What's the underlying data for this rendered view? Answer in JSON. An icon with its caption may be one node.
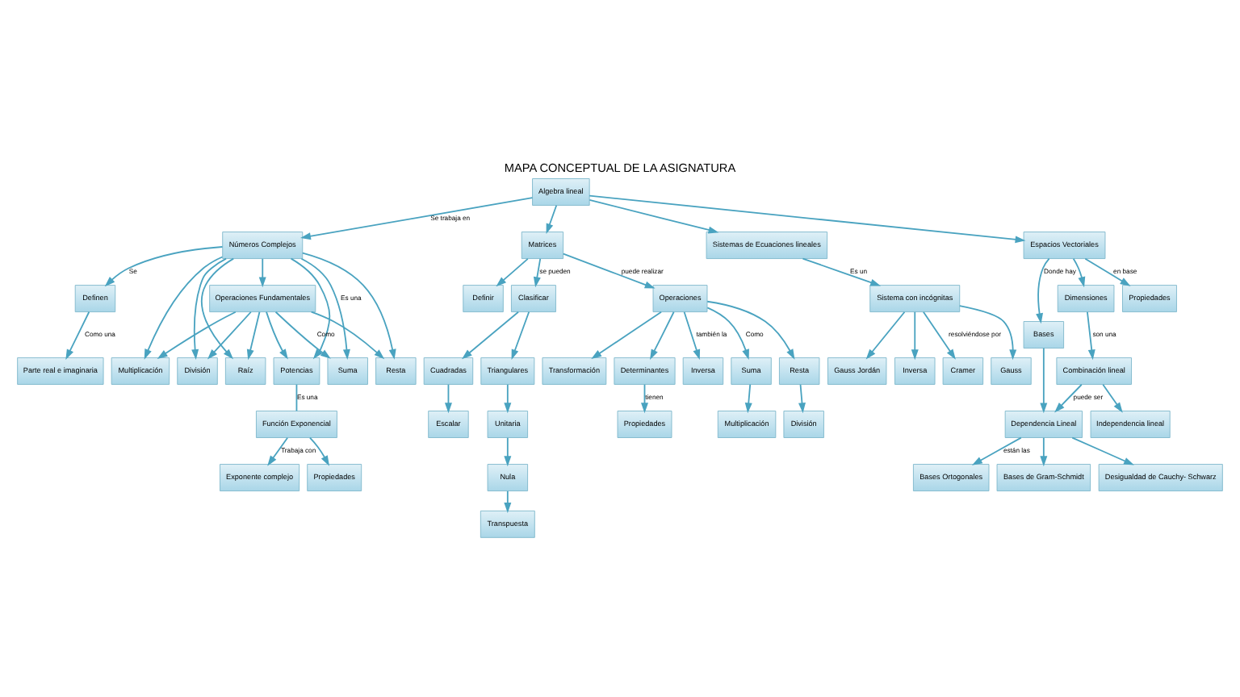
{
  "diagram": {
    "title": "MAPA CONCEPTUAL DE LA ASIGNATURA",
    "nodes": [
      {
        "text": [
          "Algebra lineal"
        ]
      },
      {
        "text": [
          "Números Complejos"
        ]
      },
      {
        "text": [
          "Definen"
        ]
      },
      {
        "text": [
          "Parte real e imaginaria"
        ]
      },
      {
        "text": [
          "Operaciones Fundamentales"
        ]
      },
      {
        "text": [
          "Suma"
        ]
      },
      {
        "text": [
          "Resta"
        ]
      },
      {
        "text": [
          "Multiplicación"
        ]
      },
      {
        "text": [
          "División"
        ]
      },
      {
        "text": [
          "Potencias"
        ]
      },
      {
        "text": [
          "Raíz"
        ]
      },
      {
        "text": [
          "Función Exponencial"
        ]
      },
      {
        "text": [
          "Exponente complejo"
        ]
      },
      {
        "text": [
          "Propiedades"
        ]
      },
      {
        "text": [
          "Matrices"
        ]
      },
      {
        "text": [
          "Definir"
        ]
      },
      {
        "text": [
          "Clasificar"
        ]
      },
      {
        "text": [
          "Cuadradas"
        ]
      },
      {
        "text": [
          "Escalar"
        ]
      },
      {
        "text": [
          "Triangulares"
        ]
      },
      {
        "text": [
          "Unitaria"
        ]
      },
      {
        "text": [
          "Nula"
        ]
      },
      {
        "text": [
          "Transpuesta"
        ]
      },
      {
        "text": [
          "Operaciones"
        ]
      },
      {
        "text": [
          "Inversa"
        ]
      },
      {
        "text": [
          "Suma"
        ]
      },
      {
        "text": [
          "Multiplicación"
        ]
      },
      {
        "text": [
          "Resta"
        ]
      },
      {
        "text": [
          "División"
        ]
      },
      {
        "text": [
          "Transformación"
        ]
      },
      {
        "text": [
          "Determinantes"
        ]
      },
      {
        "text": [
          "Propiedades"
        ]
      },
      {
        "text": [
          "Sistemas de Ecuaciones lineales"
        ]
      },
      {
        "text": [
          "Sistema con incógnitas"
        ]
      },
      {
        "text": [
          "Cramer"
        ]
      },
      {
        "text": [
          "Gauss"
        ]
      },
      {
        "text": [
          "Gauss Jordán"
        ]
      },
      {
        "text": [
          "Inversa"
        ]
      },
      {
        "text": [
          "Espacios Vectoriales"
        ]
      },
      {
        "text": [
          "Bases"
        ]
      },
      {
        "text": [
          "Dimensiones"
        ]
      },
      {
        "text": [
          "Propiedades"
        ]
      },
      {
        "text": [
          "Combinación lineal"
        ]
      },
      {
        "text": [
          "Dependencia Lineal"
        ]
      },
      {
        "text": [
          "Independencia lineal"
        ]
      },
      {
        "text": [
          "Bases Ortogonales"
        ]
      },
      {
        "text": [
          "Bases de Gram-Schmidt"
        ]
      },
      {
        "text": [
          "Desigualdad de Cauchy- Schwarz"
        ]
      }
    ],
    "edges": [
      {
        "from": 0,
        "to": 1,
        "arrow": "to",
        "label": "Se trabaja en"
      },
      {
        "from": 0,
        "to": 14,
        "arrow": "to"
      },
      {
        "from": 0,
        "to": 32,
        "arrow": "to"
      },
      {
        "from": 0,
        "to": 38,
        "arrow": "to"
      },
      {
        "from": 1,
        "to": 2,
        "arrow": "to",
        "label": "Se"
      },
      {
        "from": 2,
        "to": 3,
        "arrow": "to",
        "label": "Como una"
      },
      {
        "from": 1,
        "to": 4,
        "arrow": "to"
      },
      {
        "from": 4,
        "to": 5,
        "arrow": "to",
        "label": "Como"
      },
      {
        "from": 4,
        "to": 8,
        "arrow": "to"
      },
      {
        "from": 4,
        "to": 6,
        "arrow": "to"
      },
      {
        "from": 4,
        "to": 9,
        "arrow": "to"
      },
      {
        "from": 4,
        "to": 7,
        "arrow": "to"
      },
      {
        "from": 4,
        "to": 10,
        "arrow": "to"
      },
      {
        "from": 1,
        "to": 5,
        "arrow": "to",
        "label": "Es una"
      },
      {
        "from": 1,
        "to": 8,
        "arrow": "to"
      },
      {
        "from": 1,
        "to": 6,
        "arrow": "to"
      },
      {
        "from": 1,
        "to": 9,
        "arrow": "to"
      },
      {
        "from": 1,
        "to": 7,
        "arrow": "to"
      },
      {
        "from": 1,
        "to": 10,
        "arrow": "to"
      },
      {
        "from": 9,
        "to": 11,
        "arrow": "none",
        "label": "Es una"
      },
      {
        "from": 11,
        "to": 12,
        "arrow": "to",
        "label": "Trabaja con"
      },
      {
        "from": 11,
        "to": 13,
        "arrow": "to"
      },
      {
        "from": 14,
        "to": 15,
        "arrow": "to"
      },
      {
        "from": 14,
        "to": 16,
        "arrow": "to",
        "label": "se pueden"
      },
      {
        "from": 14,
        "to": 23,
        "arrow": "to",
        "label": "puede realizar"
      },
      {
        "from": 16,
        "to": 17,
        "arrow": "to"
      },
      {
        "from": 16,
        "to": 19,
        "arrow": "to"
      },
      {
        "from": 17,
        "to": 18,
        "arrow": "to"
      },
      {
        "from": 19,
        "to": 20,
        "arrow": "to"
      },
      {
        "from": 20,
        "to": 21,
        "arrow": "to"
      },
      {
        "from": 21,
        "to": 22,
        "arrow": "to"
      },
      {
        "from": 23,
        "to": 24,
        "arrow": "to",
        "label": "también la"
      },
      {
        "from": 23,
        "to": 25,
        "arrow": "to",
        "label": "Como"
      },
      {
        "from": 23,
        "to": 27,
        "arrow": "to"
      },
      {
        "from": 23,
        "to": 30,
        "arrow": "to"
      },
      {
        "from": 23,
        "to": 29,
        "arrow": "to"
      },
      {
        "from": 25,
        "to": 26,
        "arrow": "to"
      },
      {
        "from": 27,
        "to": 28,
        "arrow": "to"
      },
      {
        "from": 30,
        "to": 31,
        "arrow": "to",
        "label": "tienen"
      },
      {
        "from": 32,
        "to": 33,
        "arrow": "to",
        "label": "Es un"
      },
      {
        "from": 33,
        "to": 34,
        "arrow": "to",
        "label": "resolviéndose por"
      },
      {
        "from": 33,
        "to": 35,
        "arrow": "to"
      },
      {
        "from": 33,
        "to": 36,
        "arrow": "to"
      },
      {
        "from": 33,
        "to": 37,
        "arrow": "to"
      },
      {
        "from": 38,
        "to": 39,
        "arrow": "to",
        "label": "Donde hay"
      },
      {
        "from": 38,
        "to": 40,
        "arrow": "to"
      },
      {
        "from": 38,
        "to": 41,
        "arrow": "to",
        "label": "en base"
      },
      {
        "from": 40,
        "to": 42,
        "arrow": "to",
        "label": "son una"
      },
      {
        "from": 39,
        "to": 43,
        "arrow": "to"
      },
      {
        "from": 42,
        "to": 43,
        "arrow": "to",
        "label": "puede ser"
      },
      {
        "from": 42,
        "to": 44,
        "arrow": "to"
      },
      {
        "from": 43,
        "to": 45,
        "arrow": "to",
        "label": "están las"
      },
      {
        "from": 43,
        "to": 46,
        "arrow": "to"
      },
      {
        "from": 43,
        "to": 47,
        "arrow": "to"
      }
    ]
  }
}
